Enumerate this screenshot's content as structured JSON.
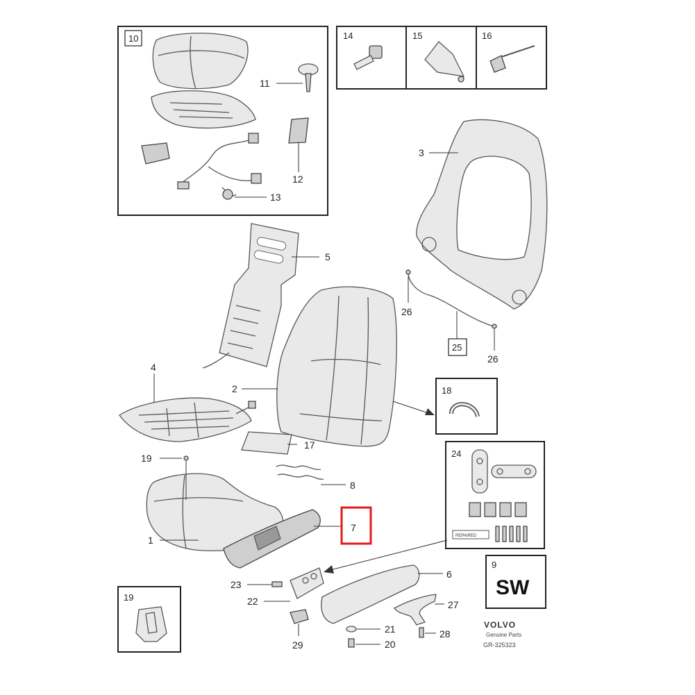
{
  "callouts": {
    "c1": "1",
    "c2": "2",
    "c3": "3",
    "c4": "4",
    "c5": "5",
    "c6": "6",
    "c7": "7",
    "c8": "8",
    "c9": "9",
    "c10": "10",
    "c11": "11",
    "c12": "12",
    "c13": "13",
    "c14": "14",
    "c15": "15",
    "c16": "16",
    "c17": "17",
    "c18": "18",
    "c19": "19",
    "c19b": "19",
    "c20": "20",
    "c21": "21",
    "c22": "22",
    "c23": "23",
    "c24": "24",
    "c25": "25",
    "c26a": "26",
    "c26b": "26",
    "c27": "27",
    "c28": "28",
    "c29": "29"
  },
  "sw_box": {
    "label": "SW"
  },
  "kit_label": "REPAIRED",
  "brand": {
    "name": "VOLVO",
    "tagline": "Genuine Parts",
    "ref": "GR-325323"
  },
  "highlight": {
    "part": "7",
    "color": "#e21a1a"
  }
}
